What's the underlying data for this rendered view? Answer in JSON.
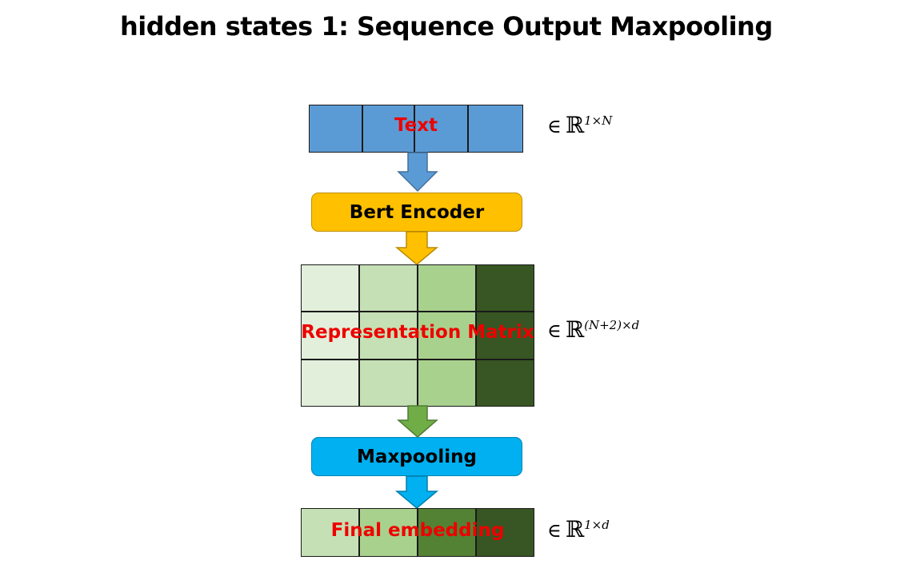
{
  "title": "hidden states 1: Sequence Output Maxpooling",
  "nodes": {
    "text": {
      "label": "Text",
      "cell_colors": [
        "#5b9bd5",
        "#5b9bd5",
        "#5b9bd5",
        "#5b9bd5"
      ],
      "dimension_exponent": "1×N"
    },
    "bert_encoder": {
      "label": "Bert Encoder",
      "color": "#ffc000"
    },
    "representation_matrix": {
      "label": "Representation Matrix",
      "column_colors": [
        "#e2efda",
        "#c5e0b4",
        "#a9d18e",
        "#375623"
      ],
      "dimension_exponent": "(N+2)×d"
    },
    "maxpooling": {
      "label": "Maxpooling",
      "color": "#00b0f0"
    },
    "final_embedding": {
      "label": "Final embedding",
      "cell_colors": [
        "#c5e0b4",
        "#a9d18e",
        "#548235",
        "#375623"
      ],
      "dimension_exponent": "1×d"
    }
  },
  "math": {
    "element_of": "∈",
    "real_set": "ℝ"
  },
  "arrows": [
    {
      "from": "text",
      "to": "bert_encoder",
      "color": "#5b9bd5"
    },
    {
      "from": "bert_encoder",
      "to": "representation_matrix",
      "color": "#ffc000"
    },
    {
      "from": "representation_matrix",
      "to": "maxpooling",
      "color": "#70ad47"
    },
    {
      "from": "maxpooling",
      "to": "final_embedding",
      "color": "#00b0f0"
    }
  ]
}
